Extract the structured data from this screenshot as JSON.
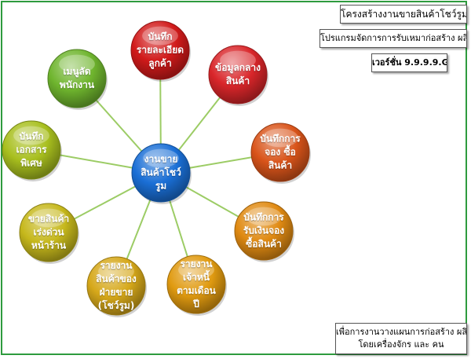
{
  "header": {
    "title": "โครงสร้างงานขายสินค้าโชว์รูม",
    "program": "โปรแกรมจัดการการรับเหมาก่อสร้าง ผลิต",
    "version": "เวอร์ชั่น 9.9.9.9.G"
  },
  "footer": {
    "lines": [
      "เพื่อการงานวางแผนการก่อสร้าง ผลิต",
      "โดยเครื่องจักร และ คน"
    ]
  },
  "center": {
    "lines": [
      "งานขาย",
      "สินค้าโชว์",
      "รูม"
    ],
    "color": "#1a6fd6"
  },
  "nodes": [
    {
      "id": "customer-details",
      "lines": [
        "บันทึก",
        "รายละเอียด",
        "ลูกค้า"
      ],
      "color": "#d11a1a"
    },
    {
      "id": "product-master",
      "lines": [
        "ข้อมูลกลาง",
        "สินค้า"
      ],
      "color": "#d9262a"
    },
    {
      "id": "product-booking",
      "lines": [
        "บันทึกการ",
        "จอง ซื้อ",
        "สินค้า"
      ],
      "color": "#d9541a"
    },
    {
      "id": "booking-payment",
      "lines": [
        "บันทึกการ",
        "รับเงินจอง",
        "ซื้อสินค้า"
      ],
      "color": "#e08a12"
    },
    {
      "id": "monthly-debtors-report",
      "lines": [
        "รายงาน",
        "เจ้าหนี้",
        "ตามเดือน",
        "ปี"
      ],
      "color": "#e09a10"
    },
    {
      "id": "sales-product-report",
      "lines": [
        "รายงาน",
        "สินค้าของ",
        "ฝ่ายขาย",
        "(โชว์รูม)"
      ],
      "color": "#d6a81a"
    },
    {
      "id": "urgent-storefront-sale",
      "lines": [
        "ขายสินค้า",
        "เร่งด่วน",
        "หน้าร้าน"
      ],
      "color": "#c6b81c"
    },
    {
      "id": "special-document",
      "lines": [
        "บันทึก",
        "เอกสาร",
        "พิเศษ"
      ],
      "color": "#a8bf1e"
    },
    {
      "id": "employee-menu",
      "lines": [
        "เมนูลัด",
        "พนักงาน"
      ],
      "color": "#6fb52e"
    }
  ],
  "connector_color": "#9ccc65"
}
